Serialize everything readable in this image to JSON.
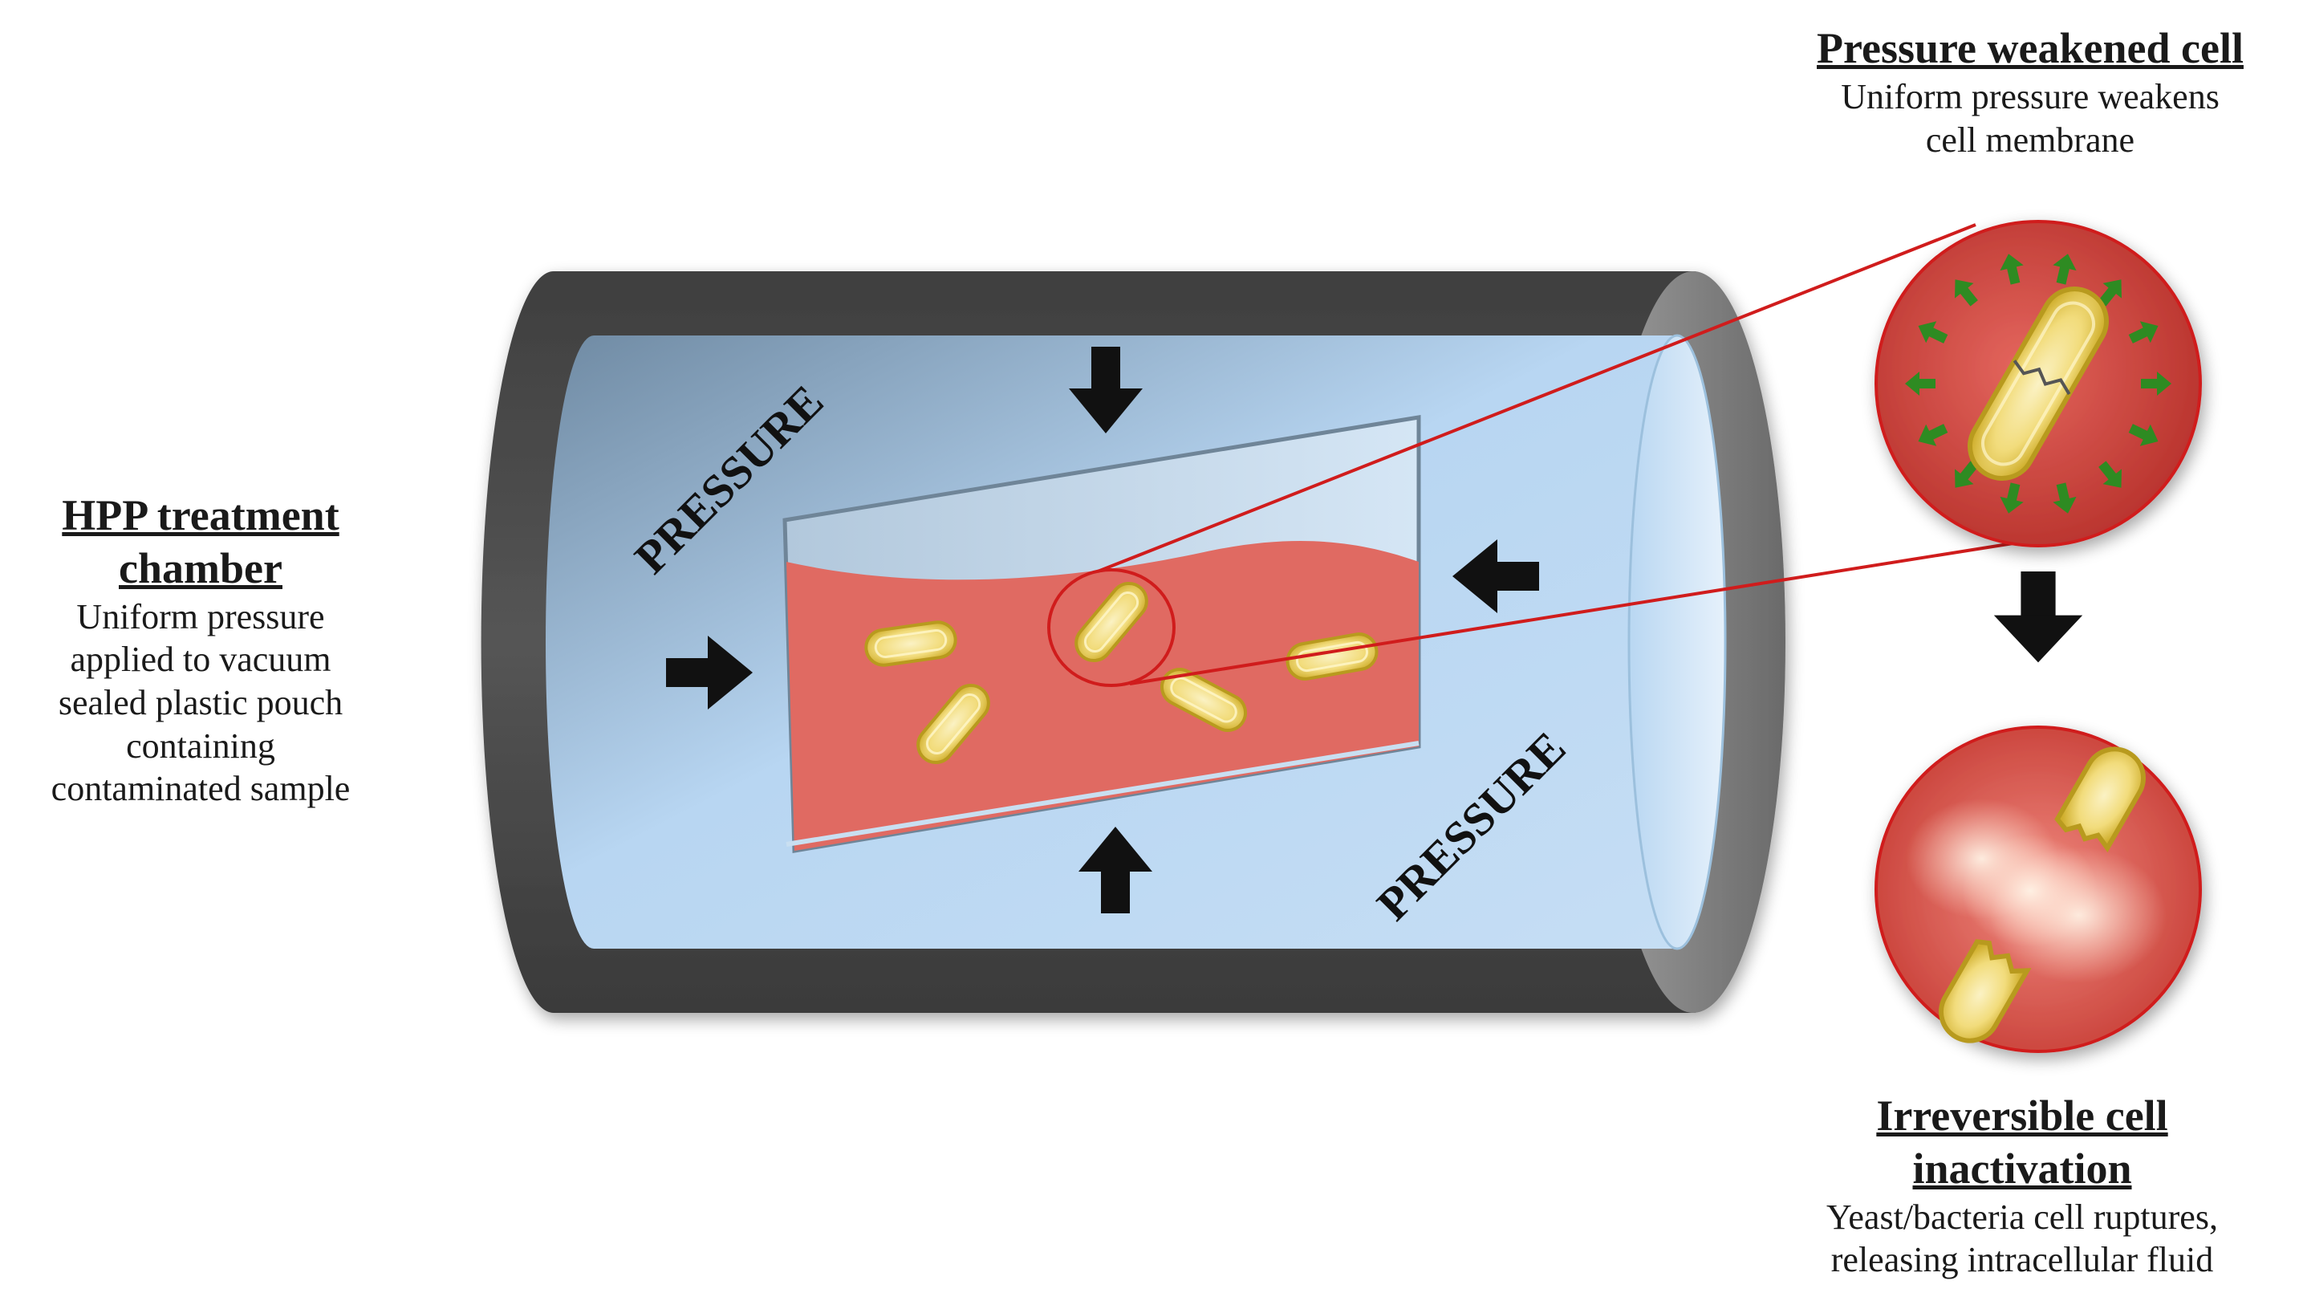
{
  "left_label": {
    "title_lines": [
      "HPP treatment",
      "chamber"
    ],
    "desc_lines": [
      "Uniform pressure",
      "applied to vacuum",
      "sealed plastic pouch",
      "containing",
      "contaminated sample"
    ]
  },
  "top_right_label": {
    "title_lines": [
      "Pressure weakened cell"
    ],
    "desc_lines": [
      "Uniform pressure weakens",
      "cell membrane"
    ]
  },
  "bottom_right_label": {
    "title_lines": [
      "Irreversible cell",
      "inactivation"
    ],
    "desc_lines": [
      "Yeast/bacteria cell ruptures,",
      "releasing intracellular fluid"
    ]
  },
  "chamber": {
    "pressure_label_top": "PRESSURE",
    "pressure_label_bottom": "PRESSURE"
  },
  "colors": {
    "chamber_shell": "#4a4a4a",
    "chamber_rim": "#7a7a7a",
    "water_light": "#c9e2f7",
    "water_dark": "#6d8aa3",
    "sample_red": "#e06a62",
    "zoom_line": "#d01c1c",
    "cell_yellow": "#f3e08a",
    "cell_outline": "#b89a1e",
    "pressure_arrow_green": "#2e8b22"
  },
  "icons": [
    "down-arrow-icon",
    "up-arrow-icon",
    "right-arrow-icon",
    "left-arrow-icon",
    "bacteria-cell-icon",
    "ruptured-cell-icon"
  ]
}
